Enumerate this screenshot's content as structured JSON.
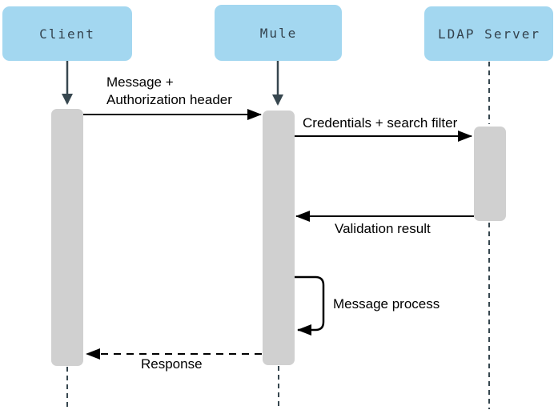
{
  "diagram": {
    "type": "uml-sequence",
    "participants": [
      {
        "id": "client",
        "name": "Client"
      },
      {
        "id": "mule",
        "name": "Mule"
      },
      {
        "id": "ldap",
        "name": "LDAP Server"
      }
    ],
    "messages": [
      {
        "from": "Client",
        "to": "Mule",
        "style": "solid",
        "label_line1": "Message +",
        "label_line2": "Authorization header"
      },
      {
        "from": "Mule",
        "to": "LDAP Server",
        "style": "solid",
        "label": "Credentials + search filter"
      },
      {
        "from": "LDAP Server",
        "to": "Mule",
        "style": "solid",
        "label": "Validation result"
      },
      {
        "from": "Mule",
        "to": "Mule",
        "style": "self-loop",
        "label": "Message process"
      },
      {
        "from": "Mule",
        "to": "Client",
        "style": "dashed",
        "label": "Response"
      }
    ],
    "colors": {
      "participant_fill": "#a3d7f0",
      "participant_text": "#33424d",
      "activation_fill": "#d0d0d0",
      "lifeline_stroke": "#37474f",
      "message_stroke": "#000000",
      "background": "#ffffff"
    }
  }
}
